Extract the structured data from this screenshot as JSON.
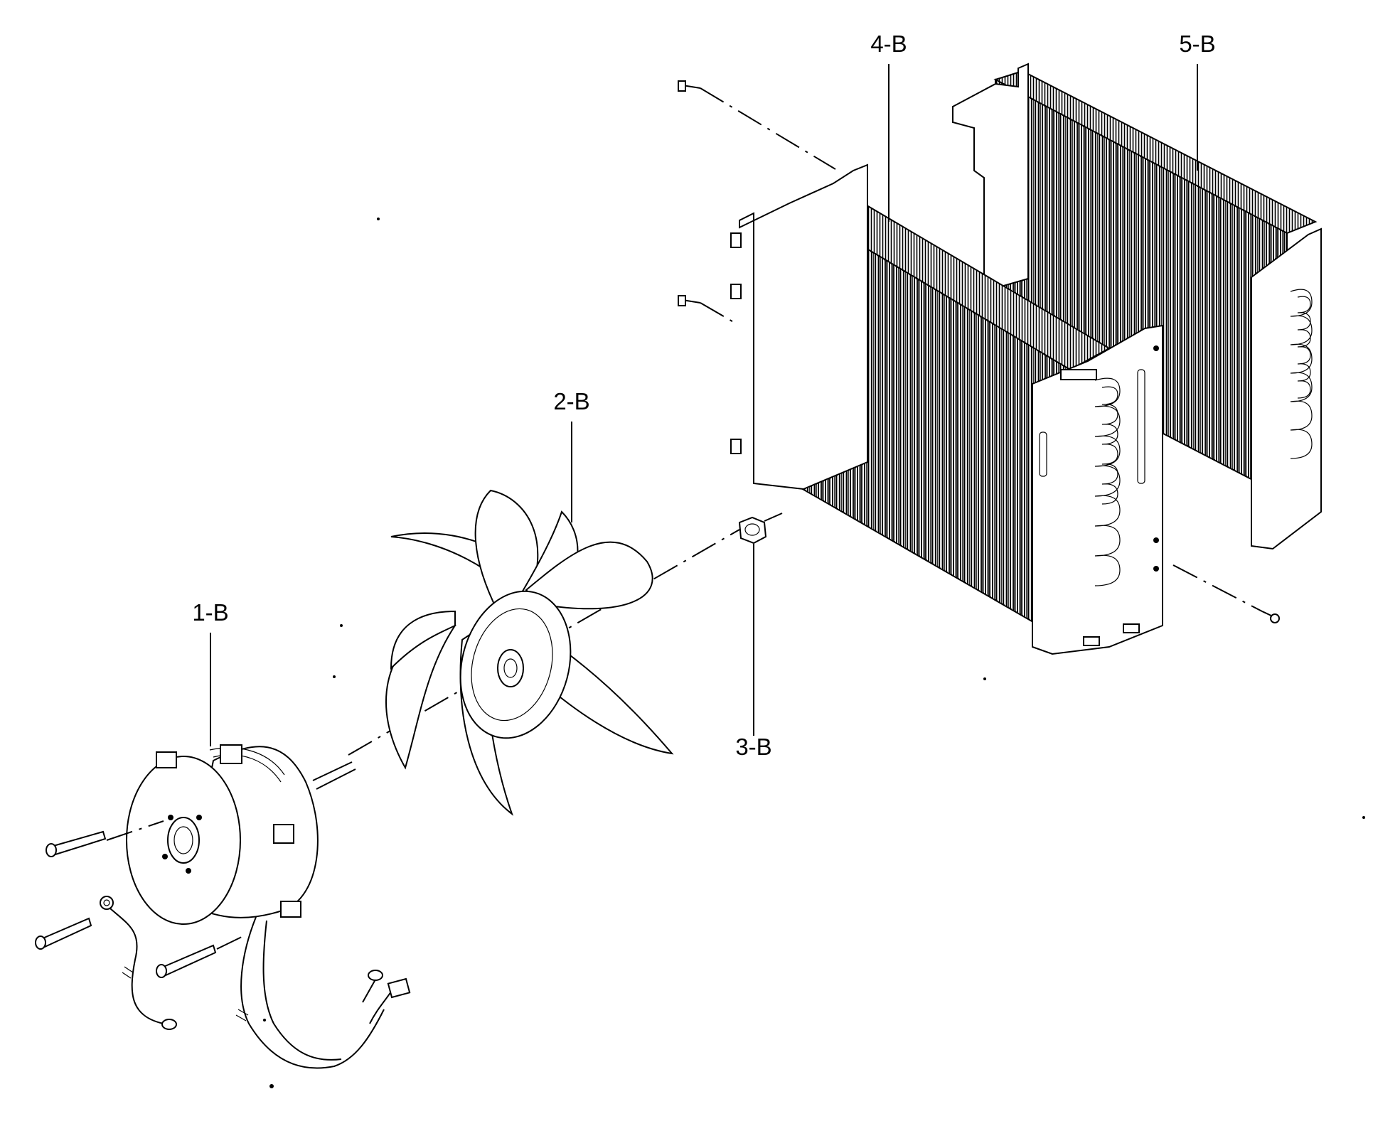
{
  "callouts": [
    {
      "id": "1-B",
      "label": "1-B"
    },
    {
      "id": "2-B",
      "label": "2-B"
    },
    {
      "id": "3-B",
      "label": "3-B"
    },
    {
      "id": "4-B",
      "label": "4-B"
    },
    {
      "id": "5-B",
      "label": "5-B"
    }
  ]
}
